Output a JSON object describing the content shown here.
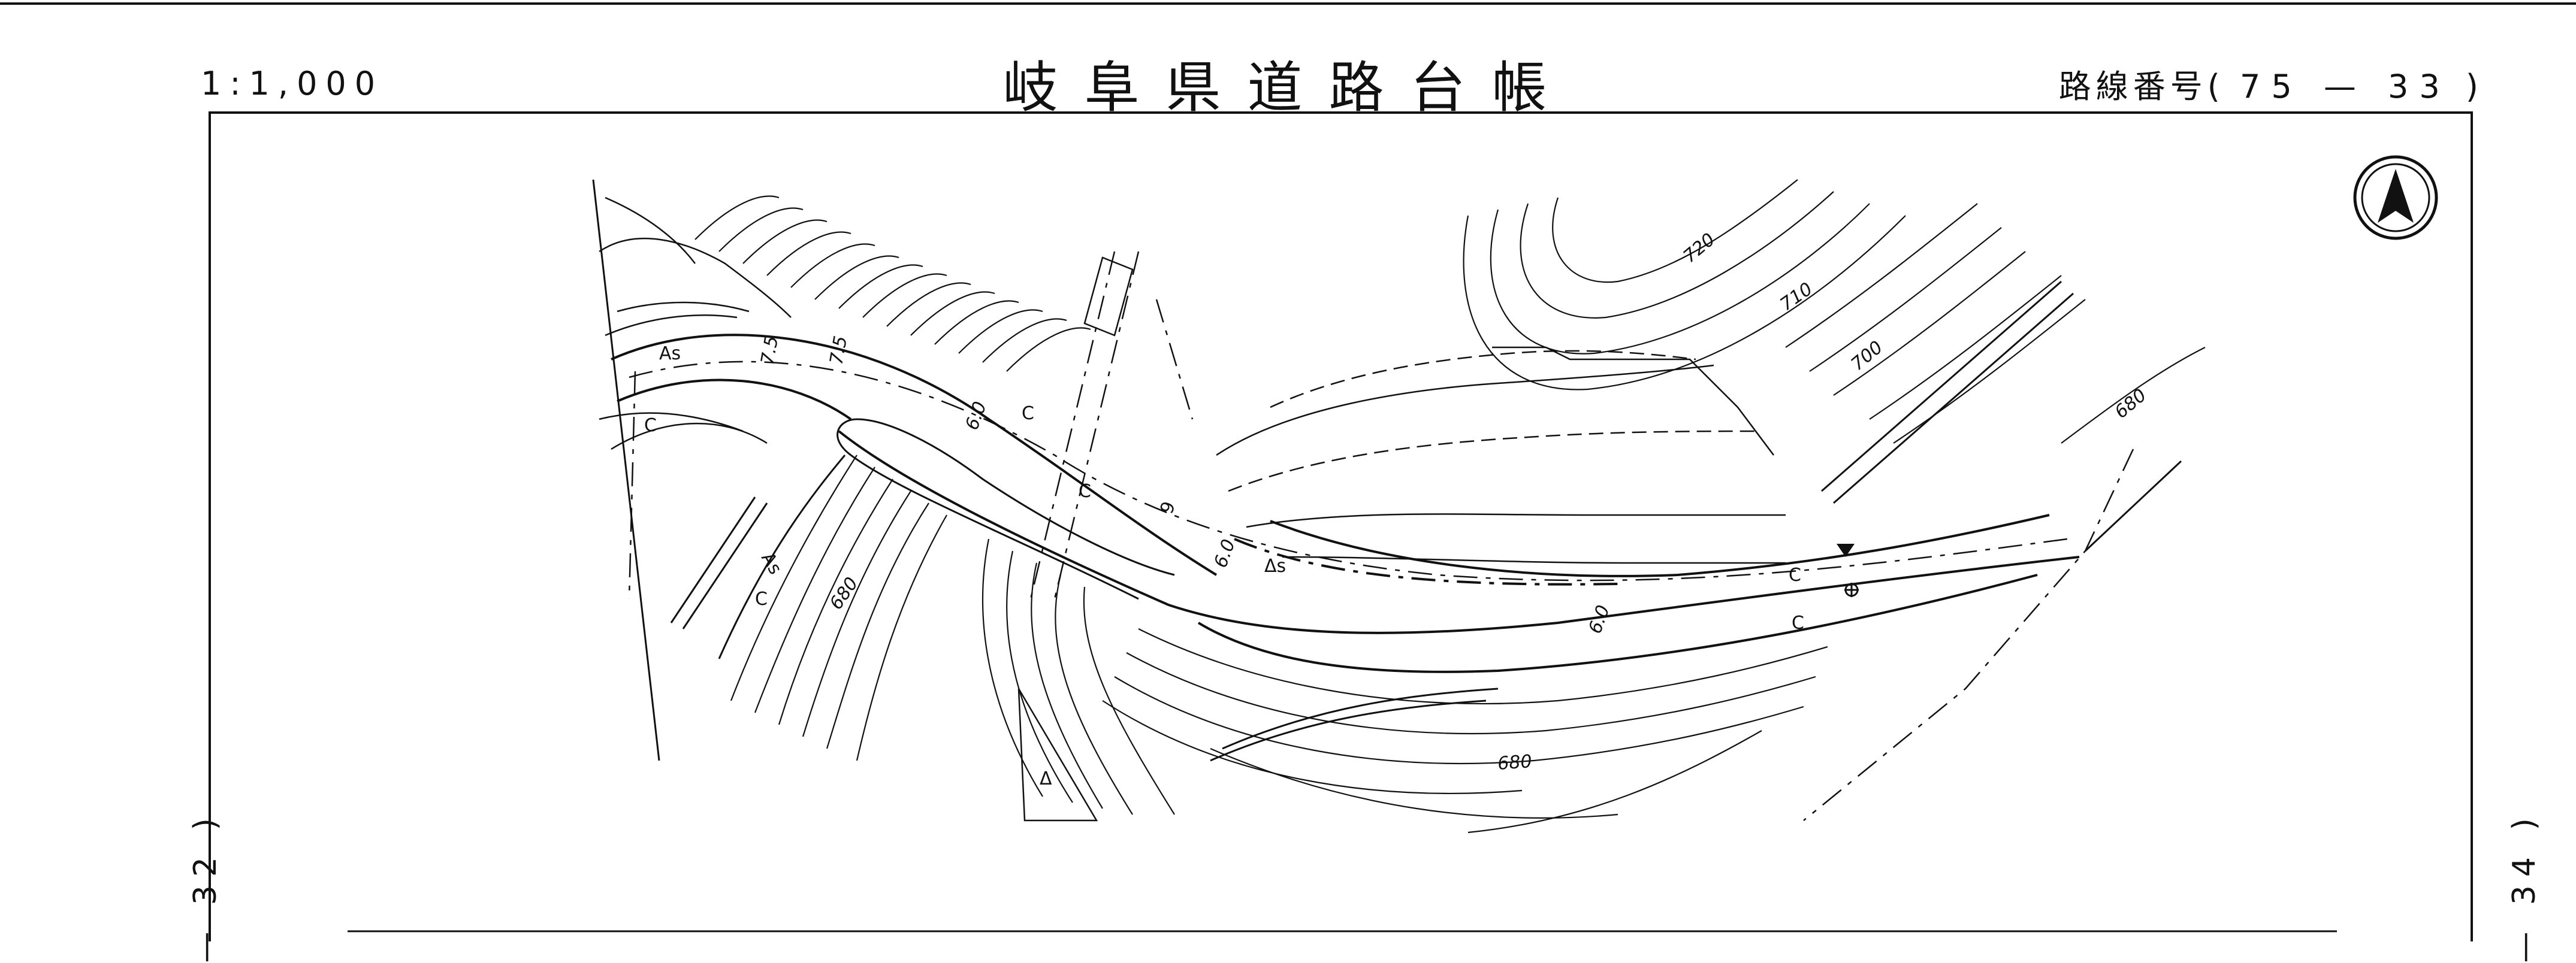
{
  "header": {
    "scale": "1:1,000",
    "title": "岐阜県道路台帳",
    "route_label": "路線番号(",
    "route_number": "75 — 33",
    "route_close": ")"
  },
  "side_labels": {
    "left": "— 32 )",
    "right": "— 34 )"
  },
  "map": {
    "contour_labels": [
      "720",
      "710",
      "700",
      "680",
      "680",
      "680"
    ],
    "road_widths": [
      "7.5",
      "7.5",
      "6.0",
      "6.0",
      "6.0"
    ],
    "surface_labels": [
      "As",
      "As",
      "Δs"
    ],
    "curb_labels": [
      "C",
      "C",
      "C",
      "C",
      "C",
      "C"
    ],
    "station_mark": "9",
    "marker_label": "Δ",
    "north_arrow": "north-arrow-icon",
    "line_color": "#111111",
    "paper_color": "#ffffff"
  }
}
